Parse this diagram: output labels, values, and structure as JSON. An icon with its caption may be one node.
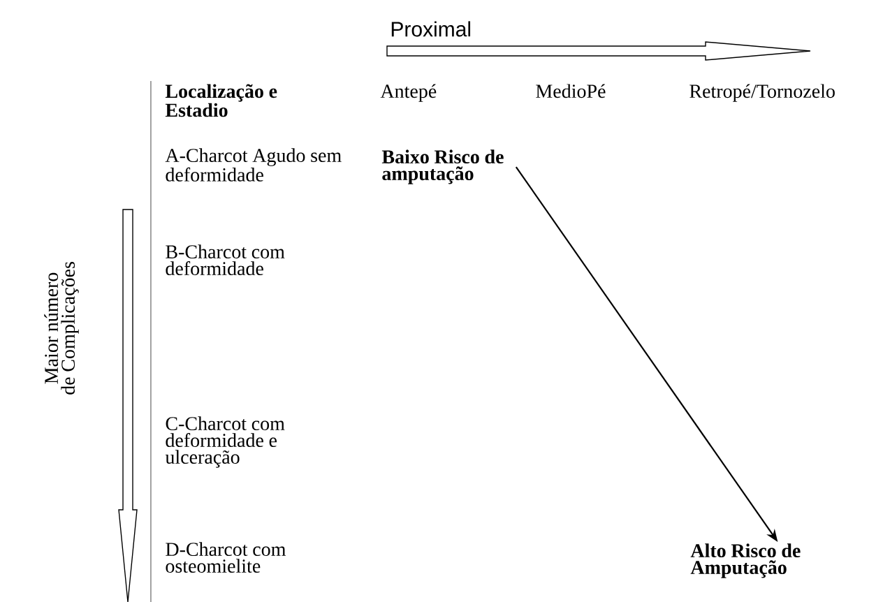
{
  "diagram": {
    "nodes": [
      {
        "text": [
          "Baixo Risco de amputação"
        ]
      },
      {
        "text": [
          "Alto Risco de Amputação"
        ]
      }
    ],
    "edges": [
      {
        "from": 0,
        "to": 1,
        "arrow": "to"
      }
    ],
    "labels": [
      "Proximal",
      "Localização e Estadio",
      "Antepé",
      "MedioPé",
      "Retropé/Tornozelo",
      "A-Charcot Agudo sem deformidade",
      "B-Charcot com deformidade",
      "C-Charcot com deformidade e ulceração",
      "D-Charcot com osteomielite",
      "Maior número de Complicações"
    ]
  }
}
